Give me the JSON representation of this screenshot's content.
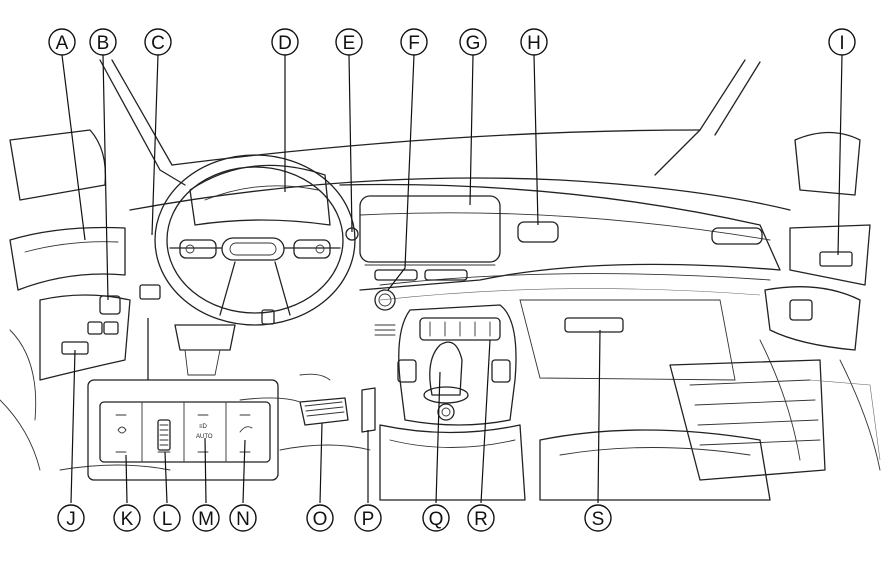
{
  "callouts": {
    "top": [
      {
        "id": "A",
        "label": "A"
      },
      {
        "id": "B",
        "label": "B"
      },
      {
        "id": "C",
        "label": "C"
      },
      {
        "id": "D",
        "label": "D"
      },
      {
        "id": "E",
        "label": "E"
      },
      {
        "id": "F",
        "label": "F"
      },
      {
        "id": "G",
        "label": "G"
      },
      {
        "id": "H",
        "label": "H"
      },
      {
        "id": "I",
        "label": "I"
      }
    ],
    "bottom": [
      {
        "id": "J",
        "label": "J"
      },
      {
        "id": "K",
        "label": "K"
      },
      {
        "id": "L",
        "label": "L"
      },
      {
        "id": "M",
        "label": "M"
      },
      {
        "id": "N",
        "label": "N"
      },
      {
        "id": "O",
        "label": "O"
      },
      {
        "id": "P",
        "label": "P"
      },
      {
        "id": "Q",
        "label": "Q"
      },
      {
        "id": "R",
        "label": "R"
      },
      {
        "id": "S",
        "label": "S"
      }
    ]
  },
  "inset": {
    "button_m_text": "AUTO"
  }
}
